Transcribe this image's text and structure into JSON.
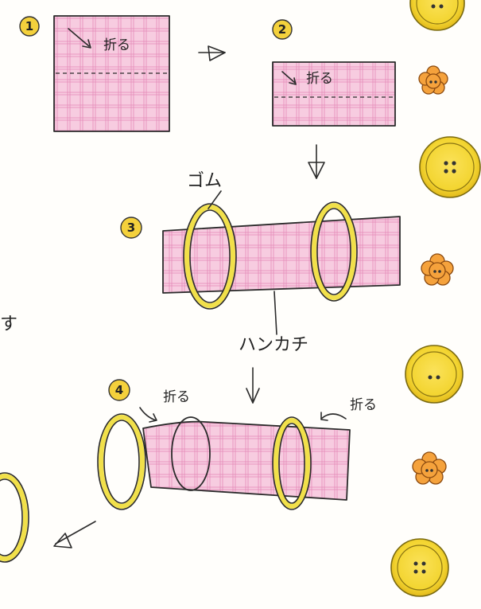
{
  "steps": [
    {
      "number": "1",
      "label": "折る"
    },
    {
      "number": "2",
      "label": "折る"
    },
    {
      "number": "3",
      "label": ""
    },
    {
      "number": "4",
      "label": "折る"
    }
  ],
  "labels": {
    "elastic": "ゴム",
    "handkerchief": "ハンカチ",
    "fold_right": "折る",
    "edge_char": "す"
  },
  "colors": {
    "fabric": "#f7cce0",
    "plaid": "#e48ab8",
    "ring": "#f1e04a",
    "badge": "#f4d13c",
    "button_yellow": "#f3d531",
    "button_orange": "#f5a23c"
  },
  "decorations": {
    "buttons": [
      "yellow-button",
      "orange-flower-button",
      "yellow-button",
      "orange-flower-button",
      "yellow-button",
      "orange-flower-button",
      "yellow-button"
    ]
  }
}
